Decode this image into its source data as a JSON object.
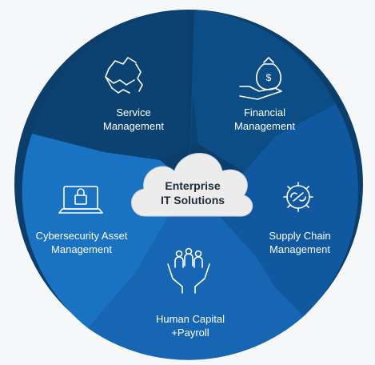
{
  "center": {
    "title": "Enterprise\nIT Solutions",
    "shape": "cloud-icon",
    "color": "#ececec"
  },
  "segments": [
    {
      "id": "service",
      "label": "Service\nManagement",
      "icon": "handshake-icon",
      "color": "#0c4271"
    },
    {
      "id": "financial",
      "label": "Financial\nManagement",
      "icon": "money-bag-hand-icon",
      "color": "#0d4d85"
    },
    {
      "id": "supply",
      "label": "Supply Chain\nManagement",
      "icon": "gear-link-icon",
      "color": "#1059a0"
    },
    {
      "id": "human",
      "label": "Human Capital\n+Payroll",
      "icon": "people-hands-icon",
      "color": "#1766b3"
    },
    {
      "id": "cyber",
      "label": "Cybersecurity Asset\nManagement",
      "icon": "laptop-lock-icon",
      "color": "#1a72c3"
    }
  ]
}
